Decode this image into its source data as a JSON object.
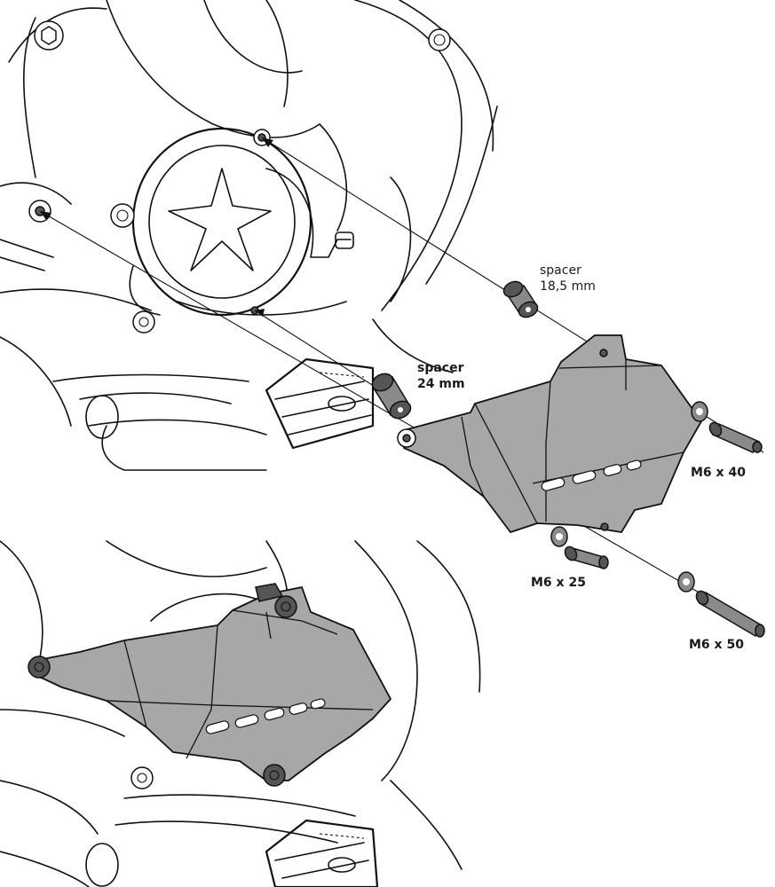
{
  "labels": {
    "spacer_185_line1": "spacer",
    "spacer_185_line2": "18,5 mm",
    "spacer_24_line1": "spacer",
    "spacer_24_line2": "24 mm",
    "bolt_m6x40": "M6 x 40",
    "bolt_m6x25": "M6 x 25",
    "bolt_m6x50": "M6 x 50"
  },
  "colors": {
    "guard_fill": "#a7a7a7",
    "line": "#111111",
    "background": "#ffffff"
  }
}
